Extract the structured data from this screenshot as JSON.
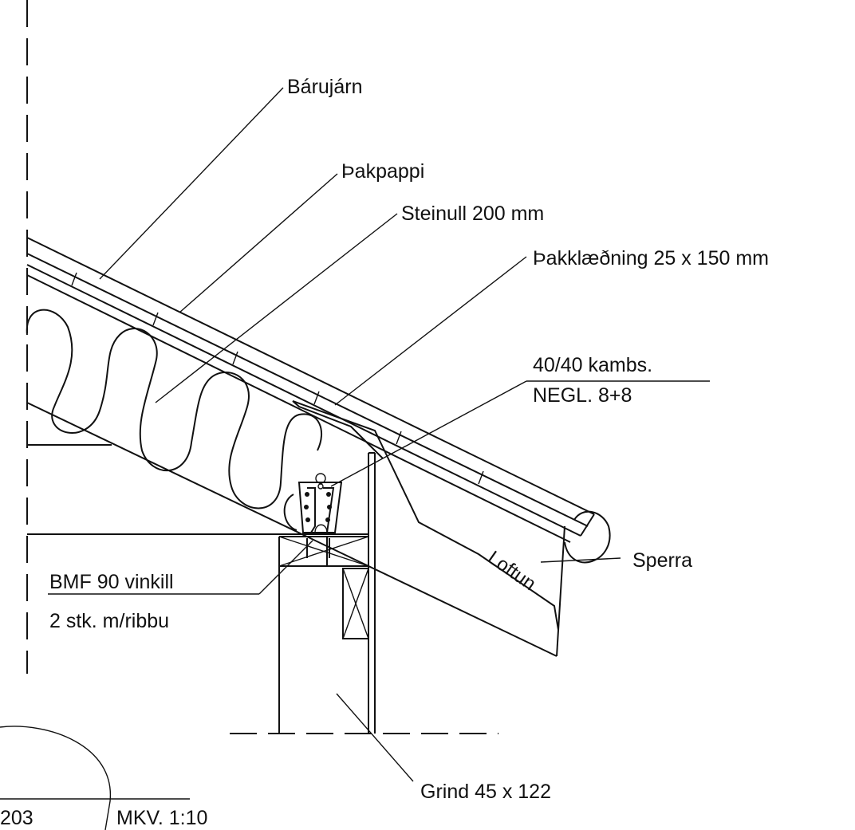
{
  "labels": {
    "barujarn": "Bárujárn",
    "thakpappi": "Þakpappi",
    "steinull": "Steinull 200 mm",
    "thakklaedning": "Þakklæðning 25 x 150 mm",
    "kambs_line1": "40/40 kambs.",
    "kambs_line2": "NEGL. 8+8",
    "sperra": "Sperra",
    "loftun": "Loftun",
    "bmf_line1": "BMF 90 vinkill",
    "bmf_line2": "2 stk. m/ribbu",
    "grind": "Grind 45 x 122",
    "detail_ref": "203",
    "scale": "MKV. 1:10"
  }
}
